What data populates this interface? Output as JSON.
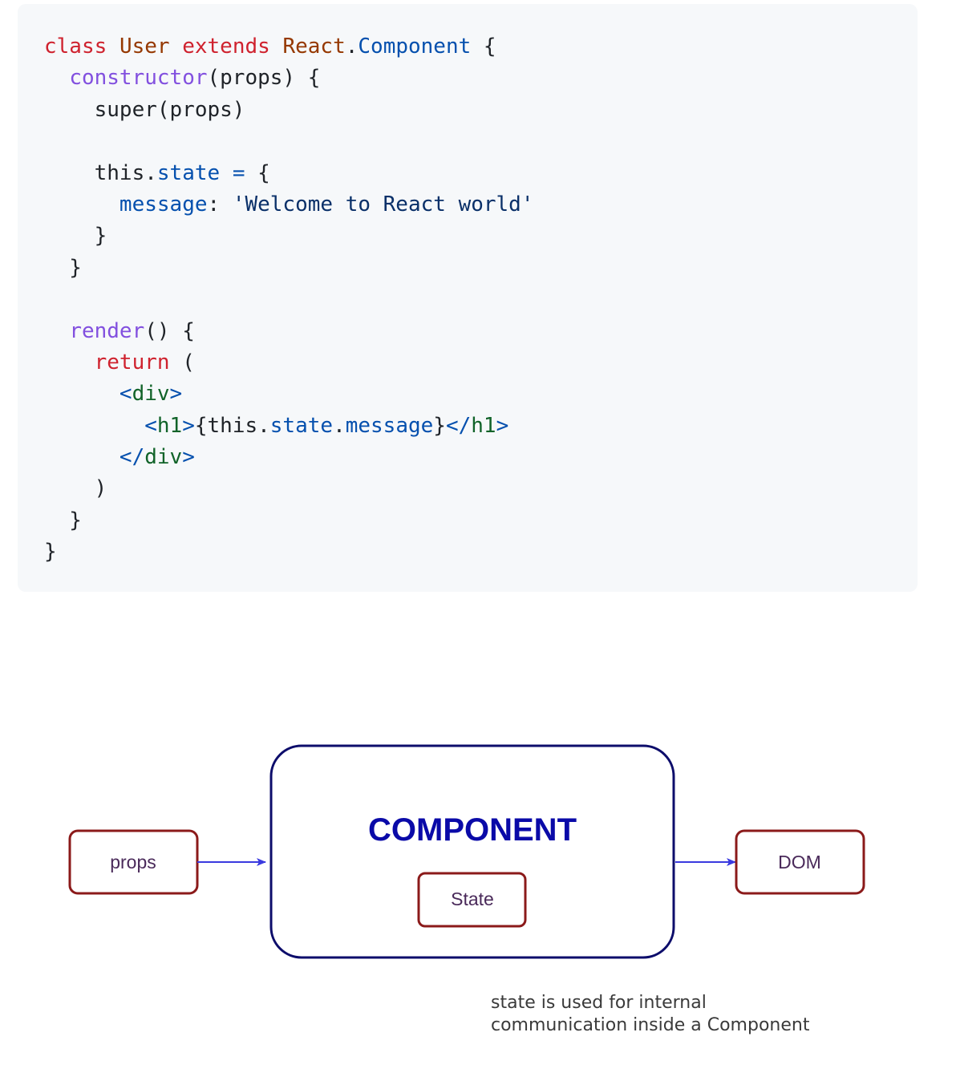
{
  "code": {
    "lines": [
      [
        [
          "kw",
          "class"
        ],
        [
          "punc",
          " "
        ],
        [
          "cls",
          "User"
        ],
        [
          "punc",
          " "
        ],
        [
          "kw",
          "extends"
        ],
        [
          "punc",
          " "
        ],
        [
          "cls",
          "React"
        ],
        [
          "punc",
          "."
        ],
        [
          "prop",
          "Component"
        ],
        [
          "punc",
          " {"
        ]
      ],
      [
        [
          "punc",
          "  "
        ],
        [
          "fn",
          "constructor"
        ],
        [
          "punc",
          "(props) {"
        ]
      ],
      [
        [
          "punc",
          "    super(props)"
        ]
      ],
      [
        [
          "punc",
          ""
        ]
      ],
      [
        [
          "punc",
          "    this."
        ],
        [
          "prop",
          "state"
        ],
        [
          "punc",
          " "
        ],
        [
          "prop",
          "="
        ],
        [
          "punc",
          " {"
        ]
      ],
      [
        [
          "punc",
          "      "
        ],
        [
          "prop",
          "message"
        ],
        [
          "punc",
          ": "
        ],
        [
          "str",
          "'Welcome to React world'"
        ]
      ],
      [
        [
          "punc",
          "    }"
        ]
      ],
      [
        [
          "punc",
          "  }"
        ]
      ],
      [
        [
          "punc",
          ""
        ]
      ],
      [
        [
          "punc",
          "  "
        ],
        [
          "fn",
          "render"
        ],
        [
          "punc",
          "() {"
        ]
      ],
      [
        [
          "punc",
          "    "
        ],
        [
          "kw",
          "return"
        ],
        [
          "punc",
          " ("
        ]
      ],
      [
        [
          "punc",
          "      "
        ],
        [
          "ang",
          "<"
        ],
        [
          "tag",
          "div"
        ],
        [
          "ang",
          ">"
        ]
      ],
      [
        [
          "punc",
          "        "
        ],
        [
          "ang",
          "<"
        ],
        [
          "tag",
          "h1"
        ],
        [
          "ang",
          ">"
        ],
        [
          "punc",
          "{this."
        ],
        [
          "prop",
          "state"
        ],
        [
          "punc",
          "."
        ],
        [
          "prop",
          "message"
        ],
        [
          "punc",
          "}"
        ],
        [
          "ang",
          "</"
        ],
        [
          "tag",
          "h1"
        ],
        [
          "ang",
          ">"
        ]
      ],
      [
        [
          "punc",
          "      "
        ],
        [
          "ang",
          "</"
        ],
        [
          "tag",
          "div"
        ],
        [
          "ang",
          ">"
        ]
      ],
      [
        [
          "punc",
          "    )"
        ]
      ],
      [
        [
          "punc",
          "  }"
        ]
      ],
      [
        [
          "punc",
          "}"
        ]
      ]
    ]
  },
  "diagram": {
    "component_label": "COMPONENT",
    "state_label": "State",
    "props_label": "props",
    "dom_label": "DOM",
    "colors": {
      "component_border": "#0d0d6b",
      "component_text": "#0a0aa8",
      "box_border": "#8b1a1a",
      "box_text": "#4a2a5a",
      "arrow": "#3a3adf"
    }
  },
  "caption": {
    "line1": "state is used for internal",
    "line2": "communication inside a Component"
  }
}
